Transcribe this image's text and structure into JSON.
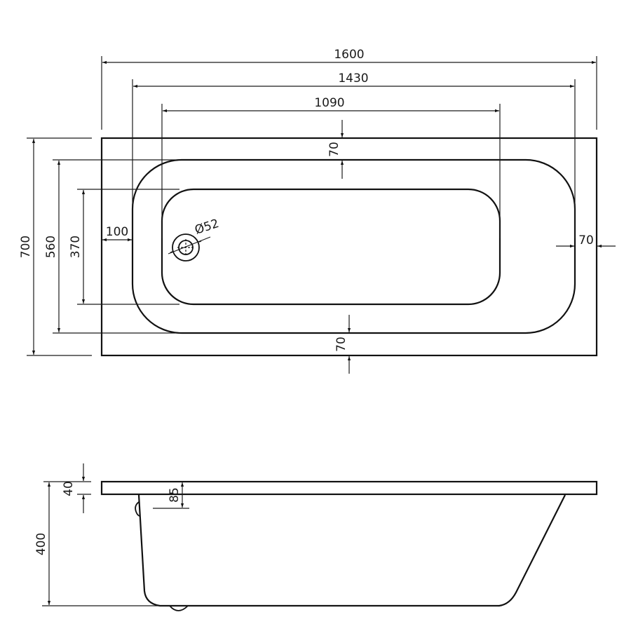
{
  "drawing": {
    "subject": "bathtub",
    "top_view": {
      "dimensions": {
        "overall_length": "1600",
        "rim_inner_length": "1430",
        "basin_bottom_length": "1090",
        "overall_width": "700",
        "rim_inner_width": "560",
        "basin_bottom_width": "370",
        "left_deck": "100",
        "right_deck": "70",
        "top_deck": "70",
        "bottom_deck": "70",
        "drain_diameter": "Ø52"
      }
    },
    "side_view": {
      "dimensions": {
        "overall_height": "400",
        "rim_thickness": "40",
        "overflow_depth": "85"
      }
    }
  }
}
